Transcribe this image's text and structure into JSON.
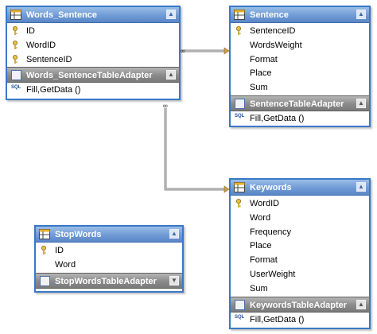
{
  "tables": {
    "words_sentence": {
      "title": "Words_Sentence",
      "fields": [
        {
          "name": "ID",
          "key": true
        },
        {
          "name": "WordID",
          "key": true
        },
        {
          "name": "SentenceID",
          "key": true
        }
      ],
      "adapter": "Words_SentenceTableAdapter",
      "methods": [
        "Fill,GetData ()"
      ]
    },
    "sentence": {
      "title": "Sentence",
      "fields": [
        {
          "name": "SentenceID",
          "key": true
        },
        {
          "name": "WordsWeight",
          "key": false
        },
        {
          "name": "Format",
          "key": false
        },
        {
          "name": "Place",
          "key": false
        },
        {
          "name": "Sum",
          "key": false
        }
      ],
      "adapter": "SentenceTableAdapter",
      "methods": [
        "Fill,GetData ()"
      ]
    },
    "keywords": {
      "title": "Keywords",
      "fields": [
        {
          "name": "WordID",
          "key": true
        },
        {
          "name": "Word",
          "key": false
        },
        {
          "name": "Frequency",
          "key": false
        },
        {
          "name": "Place",
          "key": false
        },
        {
          "name": "Format",
          "key": false
        },
        {
          "name": "UserWeight",
          "key": false
        },
        {
          "name": "Sum",
          "key": false
        }
      ],
      "adapter": "KeywordsTableAdapter",
      "methods": [
        "Fill,GetData ()"
      ]
    },
    "stopwords": {
      "title": "StopWords",
      "fields": [
        {
          "name": "ID",
          "key": true
        },
        {
          "name": "Word",
          "key": false
        }
      ],
      "adapter": "StopWordsTableAdapter",
      "methods": []
    }
  },
  "relations": [
    {
      "from": "words_sentence",
      "to": "sentence",
      "type": "many-to-one"
    },
    {
      "from": "words_sentence",
      "to": "keywords",
      "type": "many-to-one"
    }
  ],
  "colors": {
    "table_header": "#6f9bd6",
    "table_border": "#3a78c8",
    "adapter_header": "#8a8a8a",
    "relation_line": "#7a7a7a",
    "relation_arrow": "#c8a050"
  }
}
